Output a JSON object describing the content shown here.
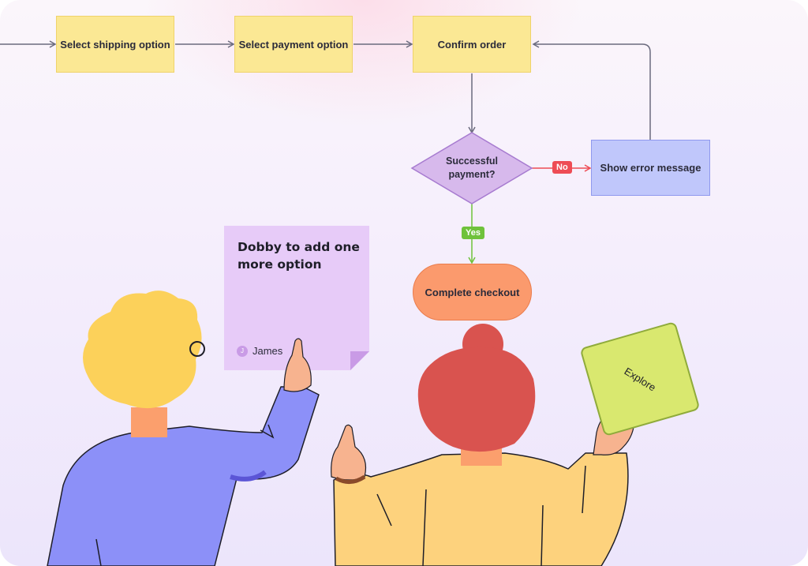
{
  "flow": {
    "nodes": {
      "select_shipping": "Select shipping option",
      "select_payment": "Select payment option",
      "confirm_order": "Confirm order",
      "successful_payment": "Successful payment?",
      "show_error": "Show error message",
      "complete_checkout": "Complete checkout"
    },
    "edge_labels": {
      "no": "No",
      "yes": "Yes"
    },
    "colors": {
      "process": "#fbe894",
      "error": "#c0c7fb",
      "decision": "#d7b9ec",
      "terminal": "#fb9a6d",
      "connector": "#6b6b7e",
      "no_branch": "#ee4c55",
      "yes_branch": "#6fc23b"
    }
  },
  "sticky_note": {
    "text": "Dobby to add one more option",
    "author_initial": "J",
    "author": "James",
    "color": "#e7cbf8"
  },
  "explore_card": {
    "label": "Explore",
    "color": "#d9e86f"
  },
  "illustration": {
    "people": [
      "person-blond-hair-purple-shirt",
      "person-red-bun-yellow-shirt"
    ]
  }
}
